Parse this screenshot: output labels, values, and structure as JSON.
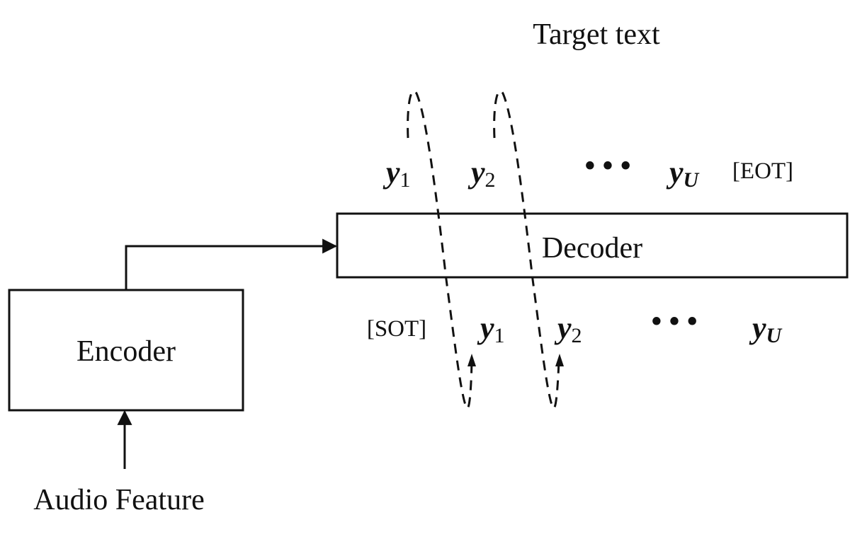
{
  "title": "Target text",
  "encoder": {
    "label": "Encoder"
  },
  "decoder": {
    "label": "Decoder"
  },
  "input": {
    "label": "Audio Feature"
  },
  "outputs": {
    "y1": {
      "base": "y",
      "sub": "1"
    },
    "y2": {
      "base": "y",
      "sub": "2"
    },
    "ellipsis": "• • •",
    "yU": {
      "base": "y",
      "sub": "U"
    },
    "eot": "[EOT]"
  },
  "inputs_tokens": {
    "sot": "[SOT]",
    "y1": {
      "base": "y",
      "sub": "1"
    },
    "y2": {
      "base": "y",
      "sub": "2"
    },
    "ellipsis": "• • •",
    "yU": {
      "base": "y",
      "sub": "U"
    }
  },
  "colors": {
    "stroke": "#111111",
    "background": "#ffffff"
  }
}
